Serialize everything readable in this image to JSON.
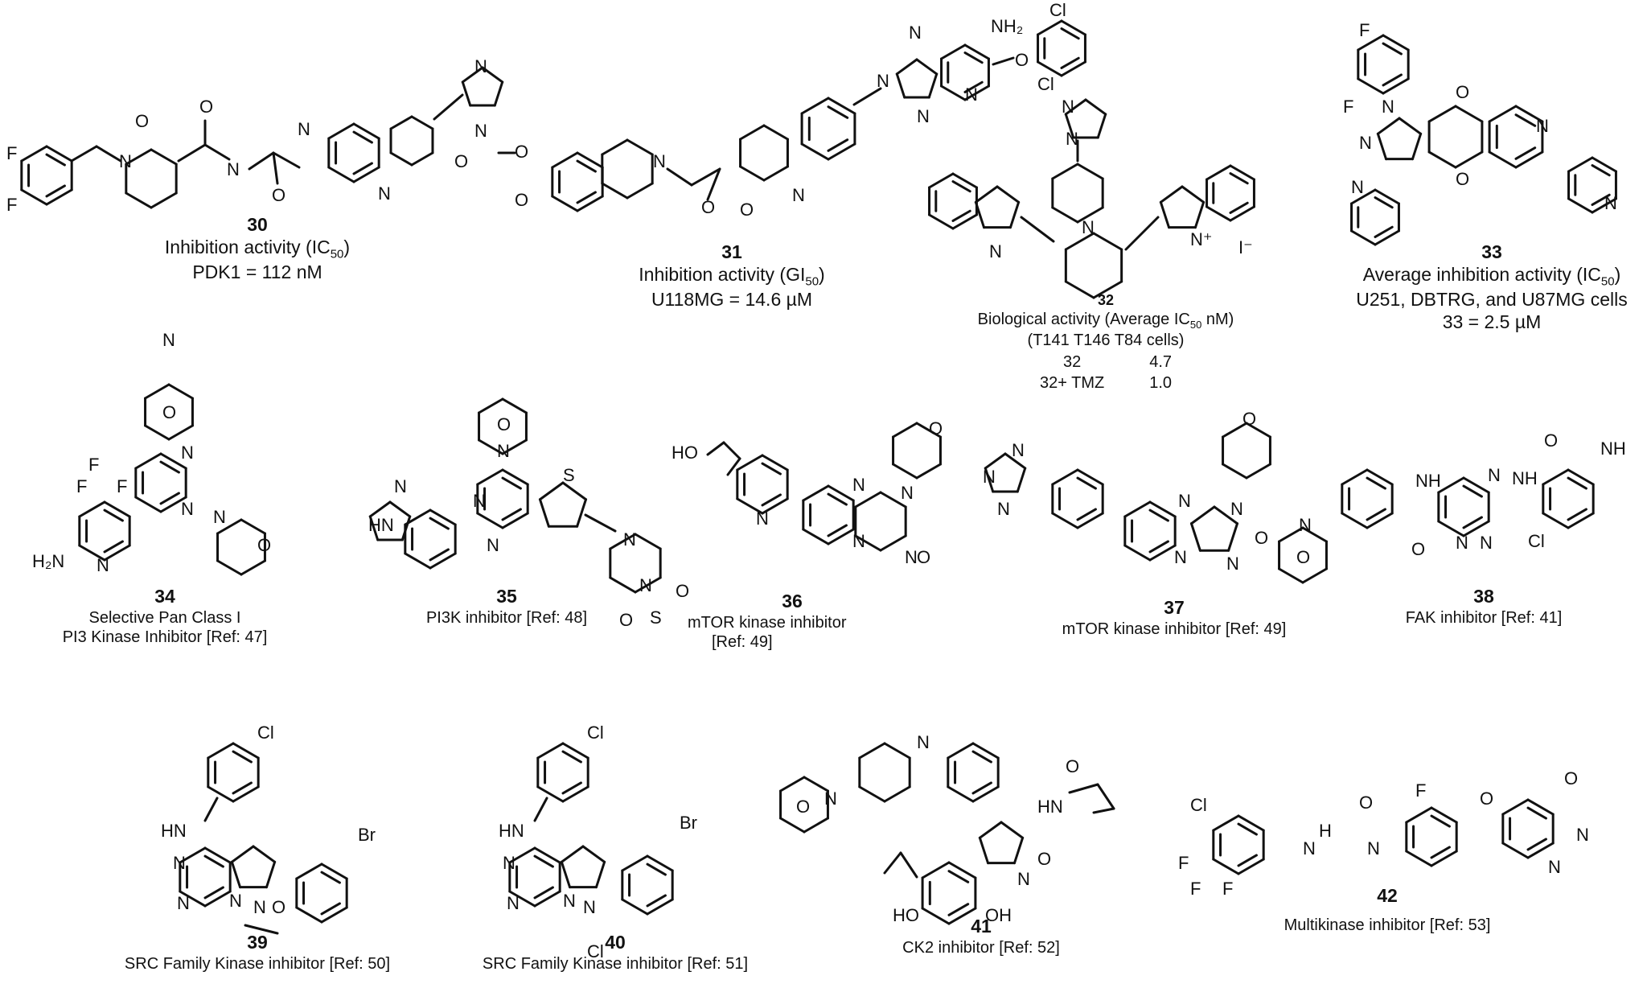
{
  "compounds": [
    {
      "id": "30",
      "l1": "Inhibition activity (IC",
      "sub": "50",
      "l1end": ")",
      "l2": "PDK1 = 112 nM"
    },
    {
      "id": "31",
      "l1": "Inhibition activity (GI",
      "sub": "50",
      "l1end": ")",
      "l2": "U118MG = 14.6 µM"
    },
    {
      "id": "32",
      "l1": "Biological activity (Average IC",
      "sub": "50",
      "l1end": " nM)",
      "l2": "(T141 T146 T84 cells)",
      "table": [
        [
          "32",
          "4.7"
        ],
        [
          "32+ TMZ",
          "1.0"
        ]
      ]
    },
    {
      "id": "33",
      "l1": "Average inhibition activity (IC",
      "sub": "50",
      "l1end": ")",
      "l2": "U251, DBTRG, and U87MG cells",
      "l3": "33 = 2.5 µM"
    },
    {
      "id": "34",
      "l1": "Selective Pan Class I",
      "l2": "PI3 Kinase Inhibitor [Ref: 47]"
    },
    {
      "id": "35",
      "l1": "PI3K inhibitor [Ref: 48]"
    },
    {
      "id": "36",
      "l1": "mTOR kinase inhibitor",
      "l2": "[Ref: 49]"
    },
    {
      "id": "37",
      "l1": "mTOR kinase inhibitor [Ref: 49]"
    },
    {
      "id": "38",
      "l1": "FAK inhibitor [Ref: 41]"
    },
    {
      "id": "39",
      "l1": "SRC Family Kinase inhibitor [Ref: 50]"
    },
    {
      "id": "40",
      "l1": "SRC Family Kinase inhibitor [Ref: 51]"
    },
    {
      "id": "41",
      "l1": "CK2 inhibitor [Ref: 52]"
    },
    {
      "id": "42",
      "l1": "Multikinase inhibitor [Ref: 53]"
    }
  ]
}
